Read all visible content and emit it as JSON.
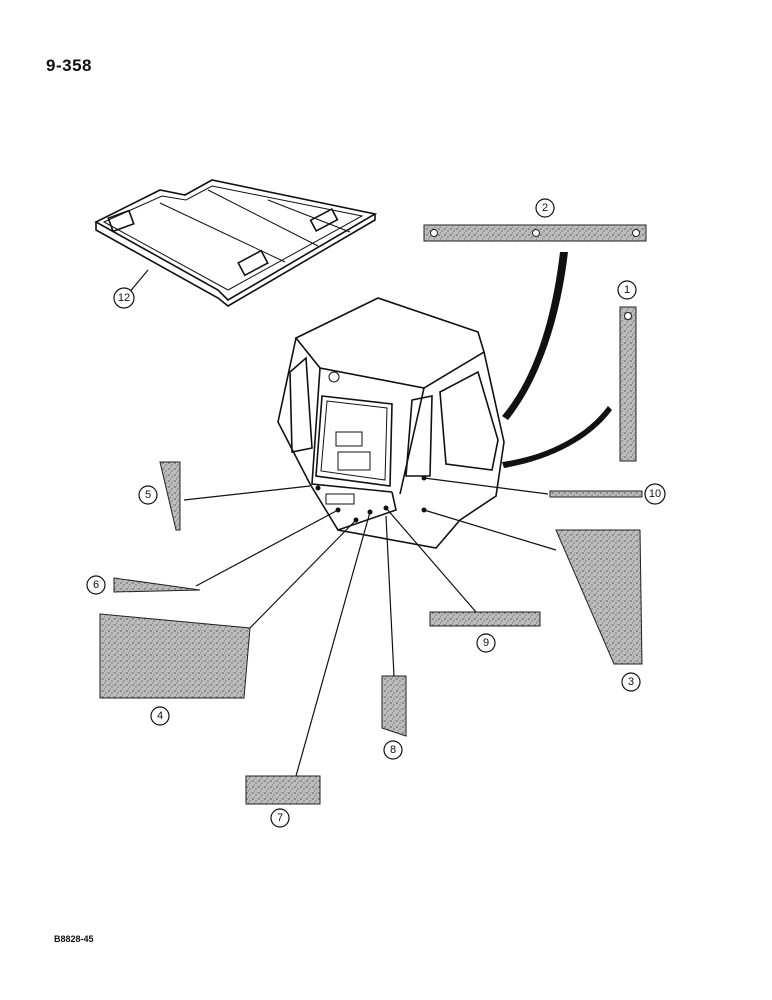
{
  "header": {
    "page_number": "9-358"
  },
  "footer": {
    "figure_code": "B8828-45"
  },
  "callouts": [
    {
      "id": "1",
      "label": "1"
    },
    {
      "id": "2",
      "label": "2"
    },
    {
      "id": "3",
      "label": "3"
    },
    {
      "id": "4",
      "label": "4"
    },
    {
      "id": "5",
      "label": "5"
    },
    {
      "id": "6",
      "label": "6"
    },
    {
      "id": "7",
      "label": "7"
    },
    {
      "id": "8",
      "label": "8"
    },
    {
      "id": "9",
      "label": "9"
    },
    {
      "id": "10",
      "label": "10"
    },
    {
      "id": "12",
      "label": "12"
    }
  ],
  "colors": {
    "ink": "#111111",
    "insulation_fill": "#9a9a9a"
  }
}
